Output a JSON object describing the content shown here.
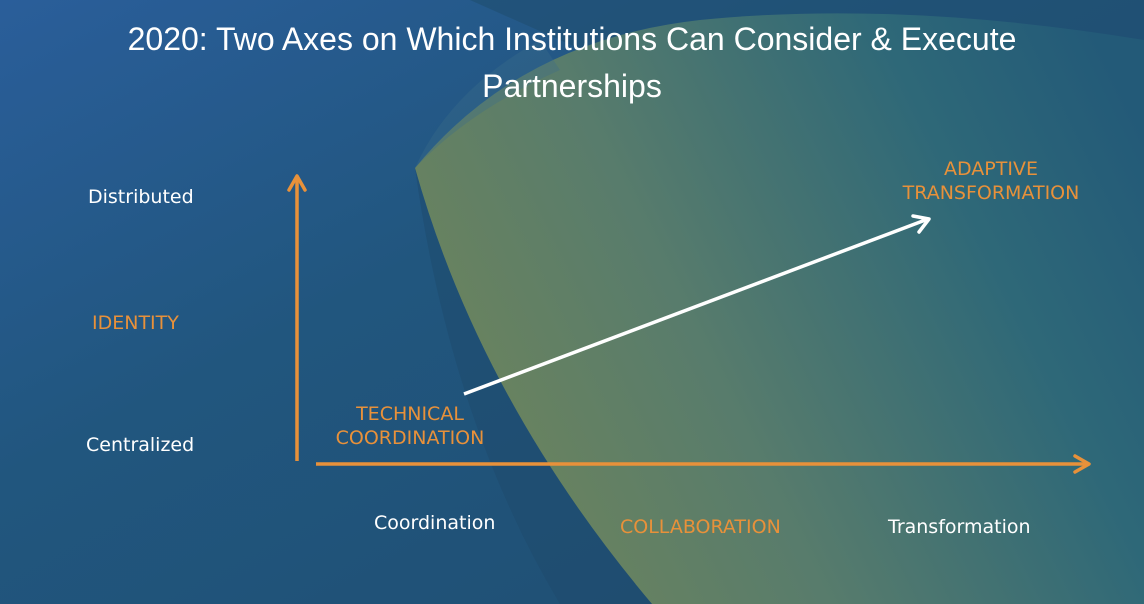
{
  "slide": {
    "title_line1": "2020: Two Axes on Which Institutions Can Consider & Execute",
    "title_line2": "Partnerships"
  },
  "colors": {
    "background": "#215379",
    "accent_orange": "#e8913a",
    "text_white": "#ffffff",
    "wedge_olive": "#687f5f"
  },
  "vertical_axis": {
    "name": "IDENTITY",
    "top_label": "Distributed",
    "bottom_label": "Centralized",
    "icon": "arrow-up-icon"
  },
  "horizontal_axis": {
    "labels": [
      "Coordination",
      "COLLABORATION",
      "Transformation"
    ],
    "icon": "arrow-right-icon"
  },
  "points": {
    "start": {
      "line1": "TECHNICAL",
      "line2": "COORDINATION"
    },
    "end": {
      "line1": "ADAPTIVE",
      "line2": "TRANSFORMATION"
    }
  },
  "progression_arrow": {
    "icon": "arrow-diagonal-icon",
    "from": "TECHNICAL COORDINATION",
    "to": "ADAPTIVE TRANSFORMATION"
  }
}
